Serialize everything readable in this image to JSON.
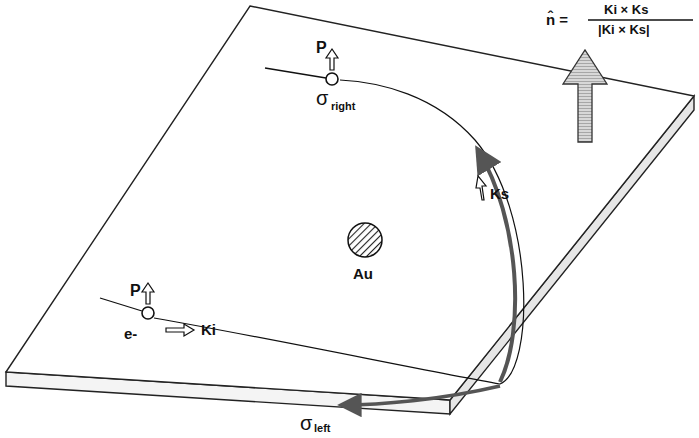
{
  "diagram": {
    "labels": [
      "n̂ =",
      "Ki × Ks",
      "|Ki × Ks|",
      "P",
      "σ",
      "right",
      "Ks",
      "Au",
      "P",
      "e-",
      "Ki",
      "σ",
      "left"
    ]
  }
}
